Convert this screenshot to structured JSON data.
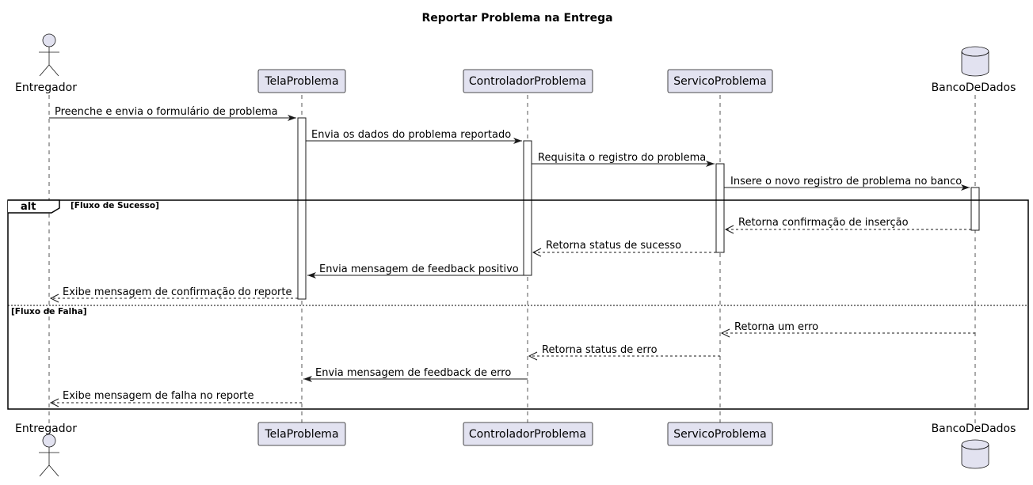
{
  "title": "Reportar Problema na Entrega",
  "colors": {
    "participant_fill": "#E2E2F0",
    "line": "#181818"
  },
  "participants": [
    {
      "name": "Entregador",
      "kind": "actor"
    },
    {
      "name": "TelaProblema",
      "kind": "box"
    },
    {
      "name": "ControladorProblema",
      "kind": "box"
    },
    {
      "name": "ServicoProblema",
      "kind": "box"
    },
    {
      "name": "BancoDeDados",
      "kind": "database"
    }
  ],
  "messages": [
    {
      "text": "Preenche e envia o formulário de problema",
      "from": 0,
      "to": 1,
      "style": "solid"
    },
    {
      "text": "Envia os dados do problema reportado",
      "from": 1,
      "to": 2,
      "style": "solid"
    },
    {
      "text": "Requisita o registro do problema",
      "from": 2,
      "to": 3,
      "style": "solid"
    },
    {
      "text": "Insere o novo registro de problema no banco",
      "from": 3,
      "to": 4,
      "style": "solid"
    },
    {
      "text": "Retorna confirmação de inserção",
      "from": 4,
      "to": 3,
      "style": "dashed"
    },
    {
      "text": "Retorna status de sucesso",
      "from": 3,
      "to": 2,
      "style": "dashed"
    },
    {
      "text": "Envia mensagem de feedback positivo",
      "from": 2,
      "to": 1,
      "style": "solid"
    },
    {
      "text": "Exibe mensagem de confirmação do reporte",
      "from": 1,
      "to": 0,
      "style": "dashed"
    },
    {
      "text": "Retorna um erro",
      "from": 4,
      "to": 3,
      "style": "dashed"
    },
    {
      "text": "Retorna status de erro",
      "from": 3,
      "to": 2,
      "style": "dashed"
    },
    {
      "text": "Envia mensagem de feedback de erro",
      "from": 2,
      "to": 1,
      "style": "solid"
    },
    {
      "text": "Exibe mensagem de falha no reporte",
      "from": 1,
      "to": 0,
      "style": "dashed"
    }
  ],
  "fragment": {
    "operator": "alt",
    "guard_1": "[Fluxo de Sucesso]",
    "guard_2": "[Fluxo de Falha]"
  }
}
